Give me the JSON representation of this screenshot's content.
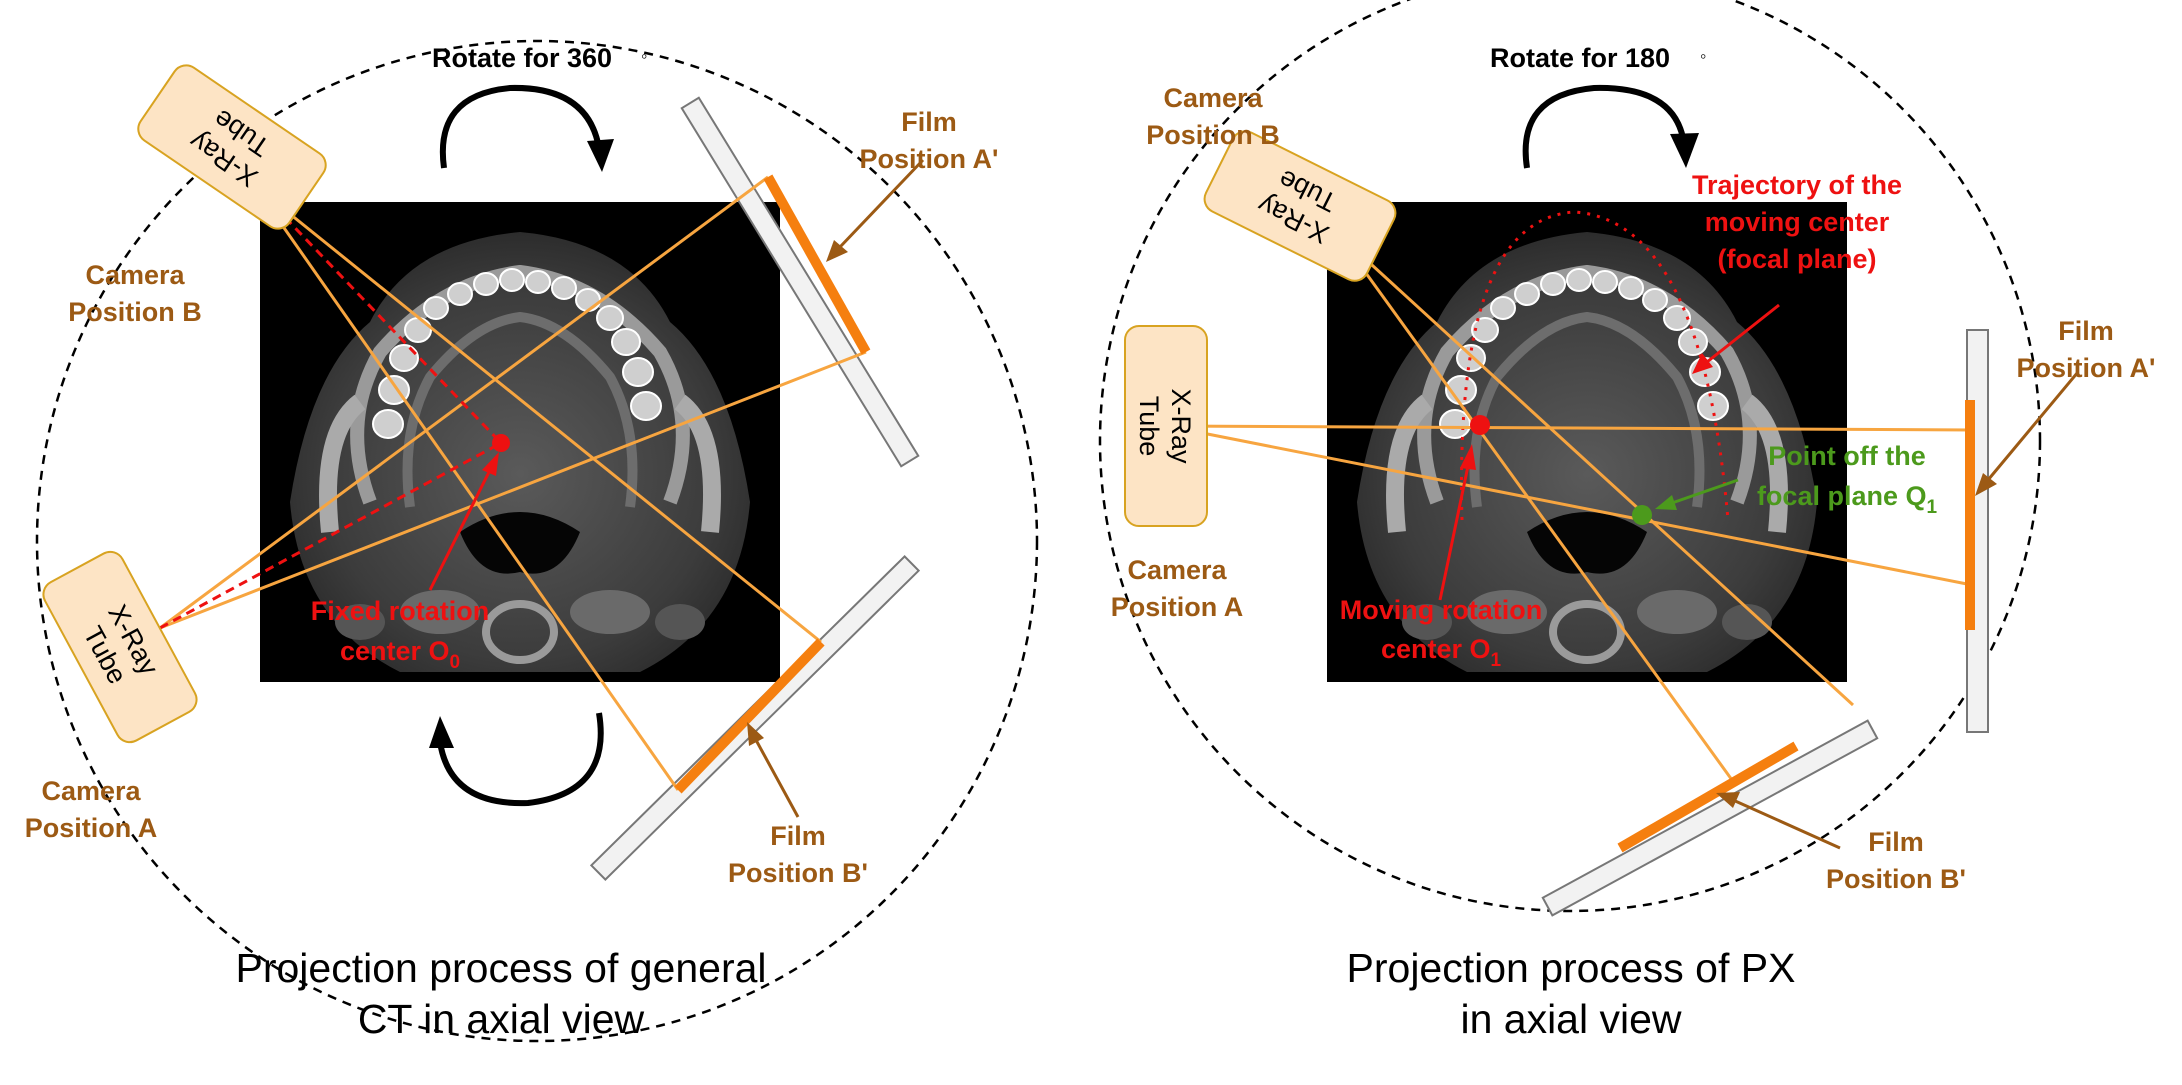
{
  "colors": {
    "ray": "#f7a540",
    "film_exposed": "#f57f0f",
    "label_brown": "#9c5a14",
    "label_red": "#ee1111",
    "label_green": "#4c9a1c",
    "tube_fill": "#fde4c5",
    "tube_stroke": "#d8a321",
    "film_fill": "#f2f2f2",
    "film_stroke": "#777777"
  },
  "left": {
    "rotate_label": "Rotate for 360",
    "rotate_deg": "◦",
    "tube_b_lines": [
      "X-Ray",
      "Tube"
    ],
    "tube_a_lines": [
      "X-Ray",
      "Tube"
    ],
    "camera_b": [
      "Camera",
      "Position B"
    ],
    "camera_a": [
      "Camera",
      "Position A"
    ],
    "film_a": [
      "Film",
      "Position A'"
    ],
    "film_b": [
      "Film",
      "Position B'"
    ],
    "center_line1": "Fixed rotation",
    "center_line2": "center O",
    "center_sub": "0",
    "caption": [
      "Projection process of general",
      "CT in axial view"
    ]
  },
  "right": {
    "rotate_label": "Rotate for 180",
    "rotate_deg": "◦",
    "tube_b_lines": [
      "X-Ray",
      "Tube"
    ],
    "tube_a_lines": [
      "X-Ray",
      "Tube"
    ],
    "camera_b": [
      "Camera",
      "Position B"
    ],
    "camera_a": [
      "Camera",
      "Position A"
    ],
    "film_a": [
      "Film",
      "Position A'"
    ],
    "film_b": [
      "Film",
      "Position B'"
    ],
    "trajectory": [
      "Trajectory of the",
      "moving center",
      "(focal plane)"
    ],
    "point_line1": "Point off the",
    "point_line2": "focal plane Q",
    "point_sub": "1",
    "center_line1": "Moving rotation",
    "center_line2": "center O",
    "center_sub": "1",
    "caption": [
      "Projection process of PX",
      "in axial view"
    ]
  },
  "icons": [
    "x-ray-tube-icon",
    "film-icon",
    "rotation-arrow-icon",
    "ct-scan-image"
  ]
}
